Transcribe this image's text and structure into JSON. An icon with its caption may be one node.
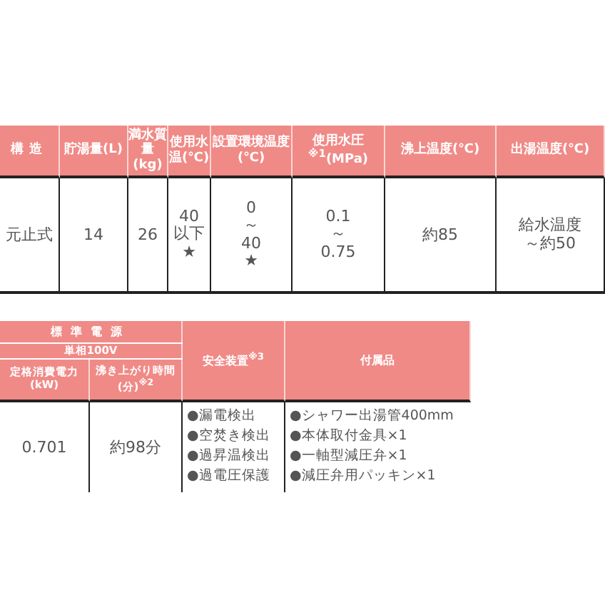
{
  "diagram": {
    "labels": [
      "構造",
      "貯湯量(L)",
      "満水質量(kg)",
      "使用水温(℃)",
      "設置環境温度(℃)",
      "使用水圧$^{※1}$(MPa)",
      "沸上温度(℃)",
      "出湯温度(℃)",
      "元止式",
      "14",
      "26",
      "40 以下 ★",
      "0 ～ 40 ★",
      "0.1 ～ 0.75",
      "約85",
      "給水温度～約50",
      "標準電源",
      "安全装置$^{※3}$",
      "付属品",
      "単相100V",
      "定格消費電力(kW)",
      "沸き上がり時間(分)$^{※2}$",
      "0.701",
      "約98分",
      "●漏電検出",
      "●空焚き検出",
      "●過昇温検出",
      "●過電圧保護",
      "●シャワー出湯管400mm",
      "●本体取付金具×1",
      "●一軸型減圧弁×1",
      "●減圧弁用パッキン×1"
    ]
  }
}
